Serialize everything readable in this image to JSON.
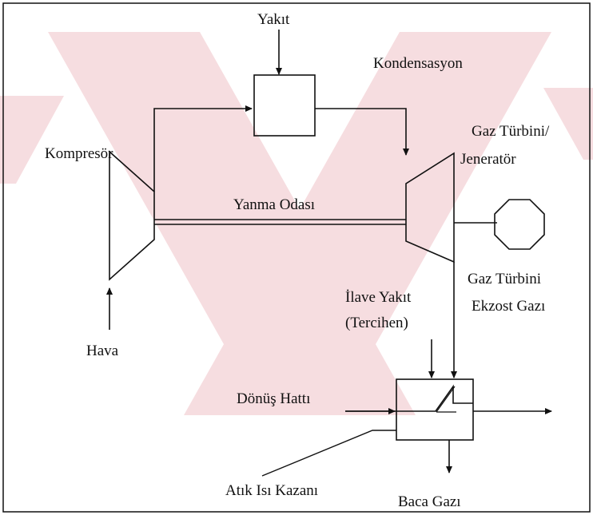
{
  "labels": {
    "fuel": "Yakıt",
    "condensation": "Kondensasyon",
    "compressor": "Kompresör",
    "gas_turbine_line1": "Gaz Türbini/",
    "gas_turbine_line2": "Jeneratör",
    "combustion_chamber": "Yanma Odası",
    "exhaust_line1": "Gaz Türbini",
    "exhaust_line2": "Ekzost Gazı",
    "extra_fuel_line1": "İlave Yakıt",
    "extra_fuel_line2": "(Tercihen)",
    "air": "Hava",
    "return_line": "Dönüş Hattı",
    "waste_heat_boiler": "Atık Isı Kazanı",
    "stack_gas": "Baca Gazı"
  },
  "colors": {
    "line": "#111111",
    "watermark": "#e8a0a8",
    "background": "#ffffff"
  }
}
